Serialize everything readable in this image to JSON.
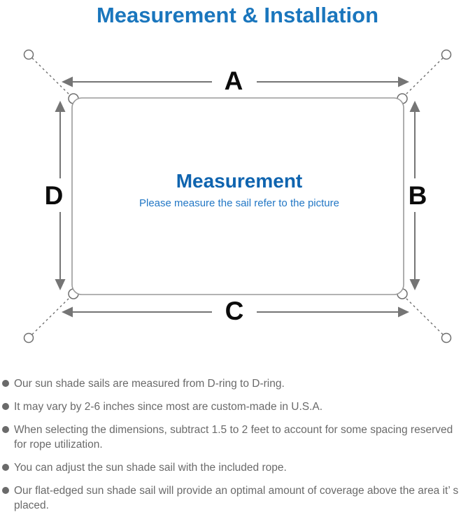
{
  "title": "Measurement & Installation",
  "diagram": {
    "labels": {
      "top": "A",
      "right": "B",
      "bottom": "C",
      "left": "D"
    },
    "center_heading": "Measurement",
    "center_subtitle": "Please measure the sail refer to the picture"
  },
  "notes": [
    "Our sun shade sails are measured from D-ring to D-ring.",
    "It may vary by 2-6 inches since most are custom-made in U.S.A.",
    "When selecting the dimensions, subtract 1.5 to 2 feet to account for some spacing reserved for rope utilization.",
    "You can adjust the sun shade sail with the included rope.",
    "Our flat-edged sun shade sail will provide an optimal amount of coverage above the area it’ s placed."
  ],
  "colors": {
    "title_blue": "#1a76bd",
    "center_heading_blue": "#0f64af",
    "center_subtitle_blue": "#2277c5",
    "line_gray": "#757575",
    "outline_gray": "#999999",
    "text_gray": "#6a6a6a"
  }
}
